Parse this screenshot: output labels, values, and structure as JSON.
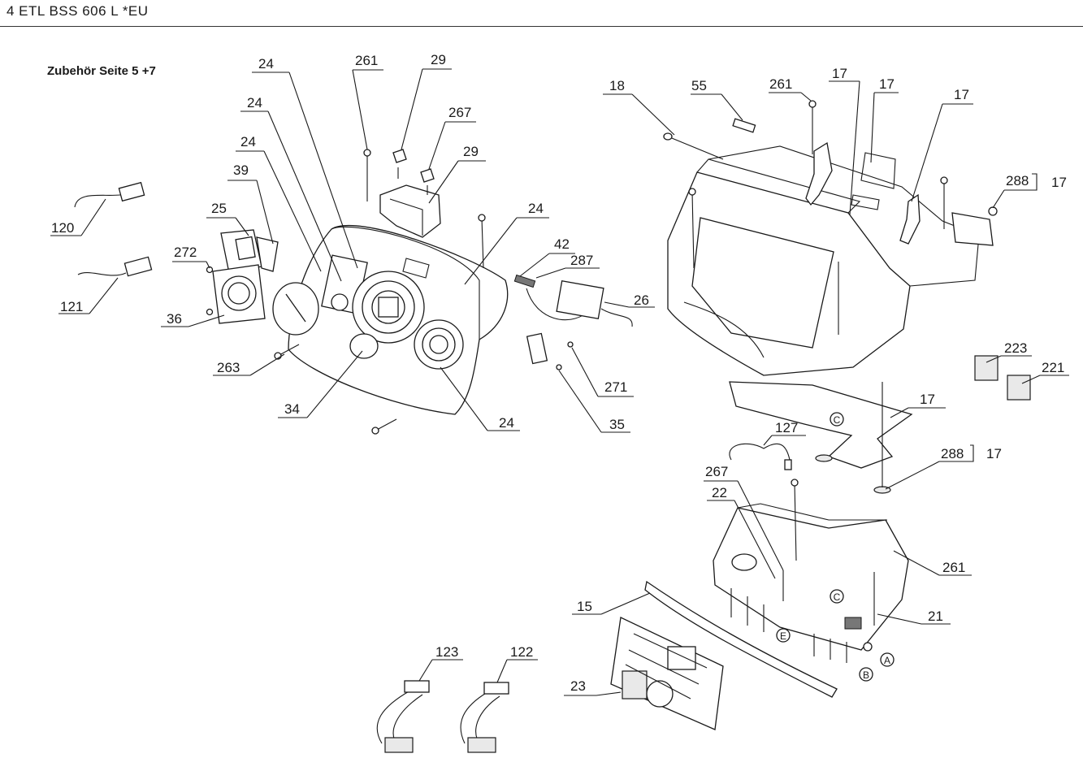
{
  "header": {
    "title": "4 ETL BSS 606 L *EU"
  },
  "note": "Zubehör Seite 5 +7",
  "callouts": [
    {
      "text": "24"
    },
    {
      "text": "24"
    },
    {
      "text": "24"
    },
    {
      "text": "24"
    },
    {
      "text": "24"
    },
    {
      "text": "261"
    },
    {
      "text": "29"
    },
    {
      "text": "267"
    },
    {
      "text": "29"
    },
    {
      "text": "39"
    },
    {
      "text": "25"
    },
    {
      "text": "272"
    },
    {
      "text": "36"
    },
    {
      "text": "120"
    },
    {
      "text": "121"
    },
    {
      "text": "263"
    },
    {
      "text": "34"
    },
    {
      "text": "42"
    },
    {
      "text": "287"
    },
    {
      "text": "26"
    },
    {
      "text": "271"
    },
    {
      "text": "35"
    },
    {
      "text": "18"
    },
    {
      "text": "55"
    },
    {
      "text": "261"
    },
    {
      "text": "17"
    },
    {
      "text": "17"
    },
    {
      "text": "17"
    },
    {
      "text": "288"
    },
    {
      "text": "17"
    },
    {
      "text": "223"
    },
    {
      "text": "221"
    },
    {
      "text": "17"
    },
    {
      "text": "288"
    },
    {
      "text": "17"
    },
    {
      "text": "127"
    },
    {
      "text": "267"
    },
    {
      "text": "22"
    },
    {
      "text": "261"
    },
    {
      "text": "21"
    },
    {
      "text": "15"
    },
    {
      "text": "23"
    },
    {
      "text": "123"
    },
    {
      "text": "122"
    }
  ],
  "markers": [
    {
      "text": "C"
    },
    {
      "text": "C"
    },
    {
      "text": "E"
    },
    {
      "text": "A"
    },
    {
      "text": "B"
    }
  ]
}
